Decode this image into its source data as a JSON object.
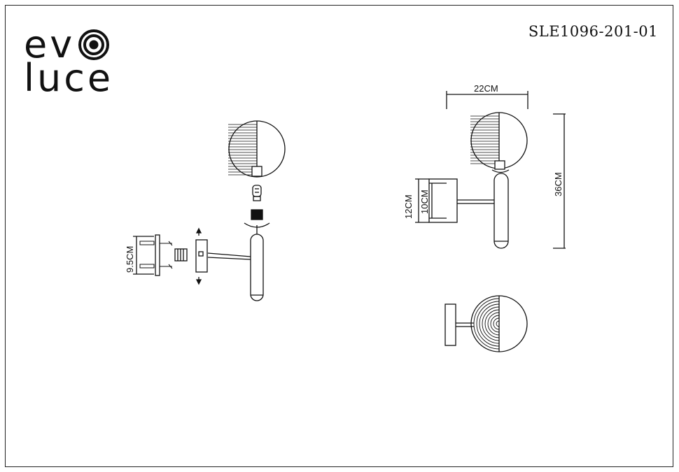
{
  "brand": {
    "line1": "ev",
    "line2": "luce",
    "mark_icon": "concentric-circle-logo-icon"
  },
  "model_number": "SLE1096-201-01",
  "dimensions": {
    "width": "22CM",
    "height": "36CM",
    "plate_height": "12CM",
    "plate_inner": "10CM",
    "mount_spacing": "9.5CM"
  },
  "colors": {
    "line": "#111111",
    "background": "#ffffff"
  }
}
